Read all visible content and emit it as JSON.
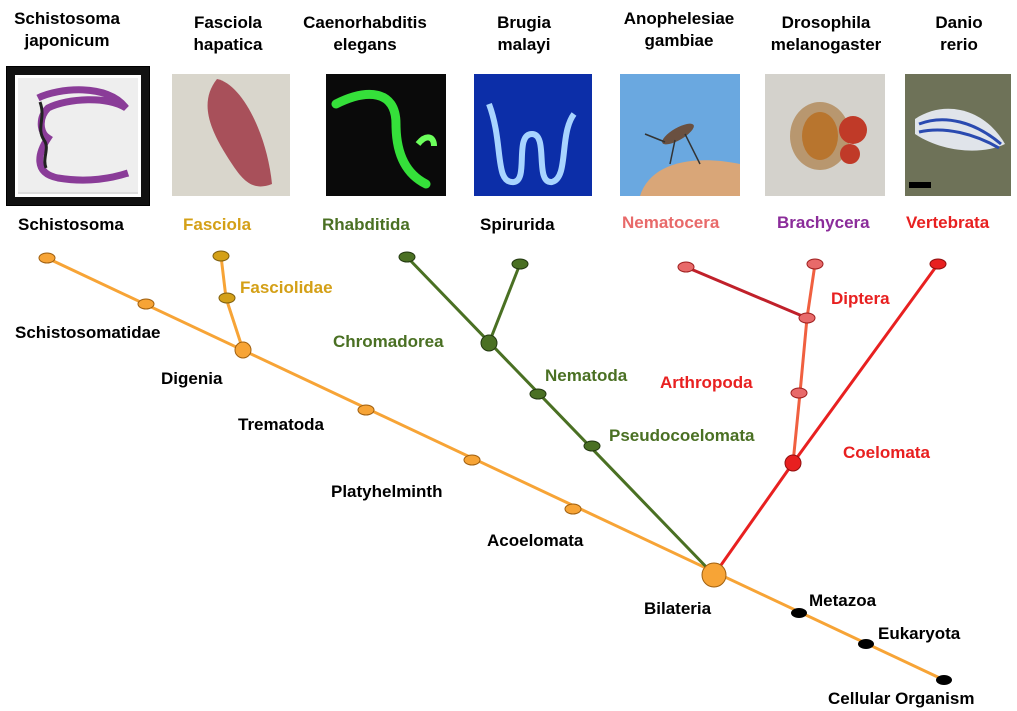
{
  "colors": {
    "orange": "#F7A436",
    "gold": "#D4A017",
    "green": "#4A7023",
    "red": "#E82020",
    "salmon": "#E86A6A",
    "pink_red": "#F06040",
    "dark_red": "#C0202A",
    "purple": "#8B2C9A",
    "black": "#000000"
  },
  "organisms": [
    {
      "title_line1": "Schistosoma",
      "title_line2": "japonicum",
      "genus_label": "Schistosoma",
      "genus_color": "#000000",
      "icon": "schistosoma-worm-photo"
    },
    {
      "title_line1": "Fasciola",
      "title_line2": "hapatica",
      "genus_label": "Fasciola",
      "genus_color": "#D4A017",
      "icon": "liver-fluke-photo"
    },
    {
      "title_line1": "Caenorhabditis",
      "title_line2": "elegans",
      "genus_label": "Rhabditida",
      "genus_color": "#4A7023",
      "icon": "green-nematode-photo"
    },
    {
      "title_line1": "Brugia",
      "title_line2": "malayi",
      "genus_label": "Spirurida",
      "genus_color": "#000000",
      "icon": "filarial-worm-photo"
    },
    {
      "title_line1": "Anophelesiae",
      "title_line2": "gambiae",
      "genus_label": "Nematocera",
      "genus_color": "#E86A6A",
      "icon": "mosquito-photo"
    },
    {
      "title_line1": "Drosophila",
      "title_line2": "melanogaster",
      "genus_label": "Brachycera",
      "genus_color": "#8B2C9A",
      "icon": "fruit-fly-photo"
    },
    {
      "title_line1": "Danio",
      "title_line2": "rerio",
      "genus_label": "Vertebrata",
      "genus_color": "#E82020",
      "icon": "zebrafish-photo"
    }
  ],
  "clades": {
    "schistosomatidae": "Schistosomatidae",
    "fasciolidae": "Fasciolidae",
    "digenia": "Digenia",
    "trematoda": "Trematoda",
    "platyhelminth": "Platyhelminth",
    "acoelomata": "Acoelomata",
    "chromadorea": "Chromadorea",
    "nematoda": "Nematoda",
    "pseudocoelomata": "Pseudocoelomata",
    "diptera": "Diptera",
    "arthropoda": "Arthropoda",
    "coelomata": "Coelomata",
    "bilateria": "Bilateria",
    "metazoa": "Metazoa",
    "eukaryota": "Eukaryota",
    "cellular_organism": "Cellular Organism"
  }
}
